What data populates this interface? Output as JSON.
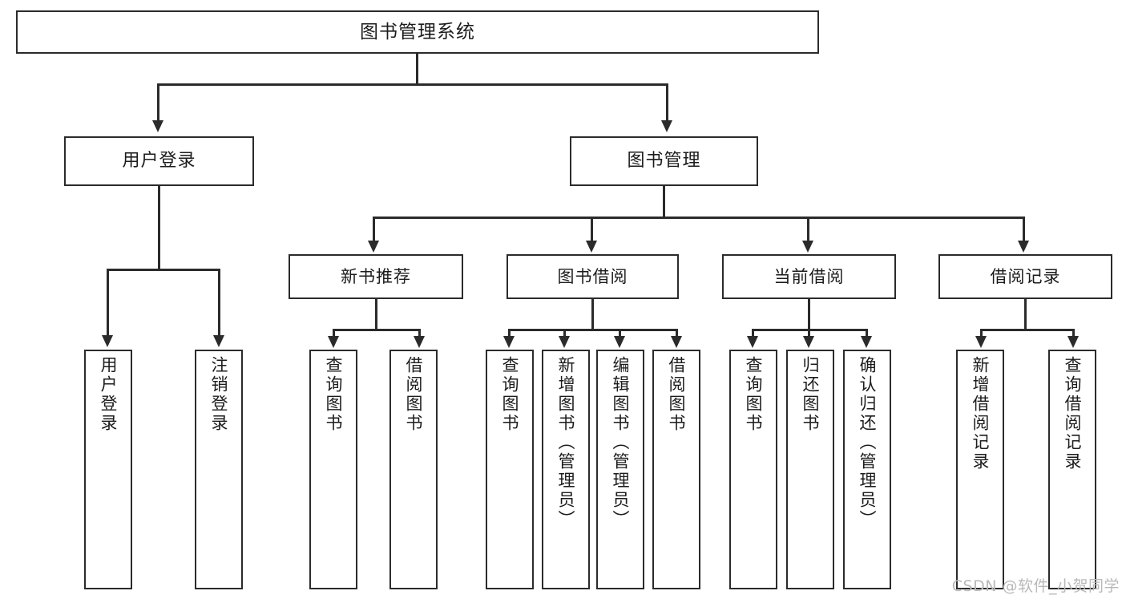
{
  "diagram": {
    "title": "图书管理系统",
    "type": "tree",
    "root": {
      "label": "图书管理系统"
    },
    "level2": [
      {
        "id": "user-login",
        "label": "用户登录"
      },
      {
        "id": "book-management",
        "label": "图书管理"
      }
    ],
    "level3": [
      {
        "id": "new-book-recommend",
        "label": "新书推荐",
        "parent": "book-management"
      },
      {
        "id": "book-borrow",
        "label": "图书借阅",
        "parent": "book-management"
      },
      {
        "id": "current-borrow",
        "label": "当前借阅",
        "parent": "book-management"
      },
      {
        "id": "borrow-record",
        "label": "借阅记录",
        "parent": "book-management"
      }
    ],
    "leaves": [
      {
        "id": "leaf-user-login",
        "label": "用户登录",
        "parent": "user-login"
      },
      {
        "id": "leaf-user-logout",
        "label": "注销登录",
        "parent": "user-login"
      },
      {
        "id": "leaf-query-book-1",
        "label": "查询图书",
        "parent": "new-book-recommend"
      },
      {
        "id": "leaf-borrow-book-1",
        "label": "借阅图书",
        "parent": "new-book-recommend"
      },
      {
        "id": "leaf-query-book-2",
        "label": "查询图书",
        "parent": "book-borrow"
      },
      {
        "id": "leaf-add-book",
        "label": "新增图书（管理员）",
        "parent": "book-borrow"
      },
      {
        "id": "leaf-edit-book",
        "label": "编辑图书（管理员）",
        "parent": "book-borrow"
      },
      {
        "id": "leaf-borrow-book-2",
        "label": "借阅图书",
        "parent": "book-borrow"
      },
      {
        "id": "leaf-query-book-3",
        "label": "查询图书",
        "parent": "current-borrow"
      },
      {
        "id": "leaf-return-book",
        "label": "归还图书",
        "parent": "current-borrow"
      },
      {
        "id": "leaf-confirm-return",
        "label": "确认归还（管理员）",
        "parent": "current-borrow"
      },
      {
        "id": "leaf-add-record",
        "label": "新增借阅记录",
        "parent": "borrow-record"
      },
      {
        "id": "leaf-query-record",
        "label": "查询借阅记录",
        "parent": "borrow-record"
      }
    ]
  },
  "watermark": {
    "text": "CSDN @软件_小贺同学"
  },
  "colors": {
    "stroke": "#2b2b2b",
    "fill": "#ffffff",
    "text": "#1c1c1c",
    "watermark": "#b9b9b9"
  }
}
